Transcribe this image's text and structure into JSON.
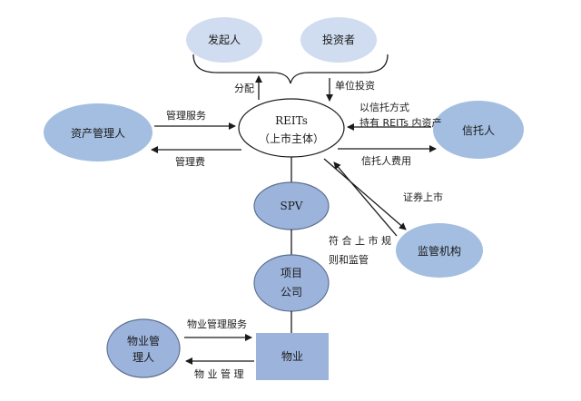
{
  "nodes": {
    "faqiren": "发起人",
    "touzizhe": "投资者",
    "reits_line1": "REITs",
    "reits_line2": "（上市主体）",
    "zichan": "资产管理人",
    "xintuo": "信托人",
    "spv": "SPV",
    "jianguan": "监管机构",
    "xiangmu_line1": "项目",
    "xiangmu_line2": "公司",
    "wuye_guanli_line1": "物业管",
    "wuye_guanli_line2": "理人",
    "wuye": "物业"
  },
  "labels": {
    "fenpei": "分配",
    "danwei_touzi": "单位投资",
    "guanli_fuwu": "管理服务",
    "guanli_fei": "管理费",
    "yi_xintuo": "以信托方式",
    "chiyou": "持有 REITs 内资产",
    "xintuoren_fei": "信托人费用",
    "zhengquan": "证券上市",
    "fuhe_line1": "符 合 上 市 规",
    "fuhe_line2": "则和监管",
    "wuye_guanli_fuwu": "物业管理服务",
    "wuye_guanli": "物 业 管 理"
  },
  "colors": {
    "light_blue": "#c9d6ec",
    "medium_blue": "#a3bee0",
    "dark_blue": "#9cb3dc",
    "outline": "#5b6f8f"
  }
}
